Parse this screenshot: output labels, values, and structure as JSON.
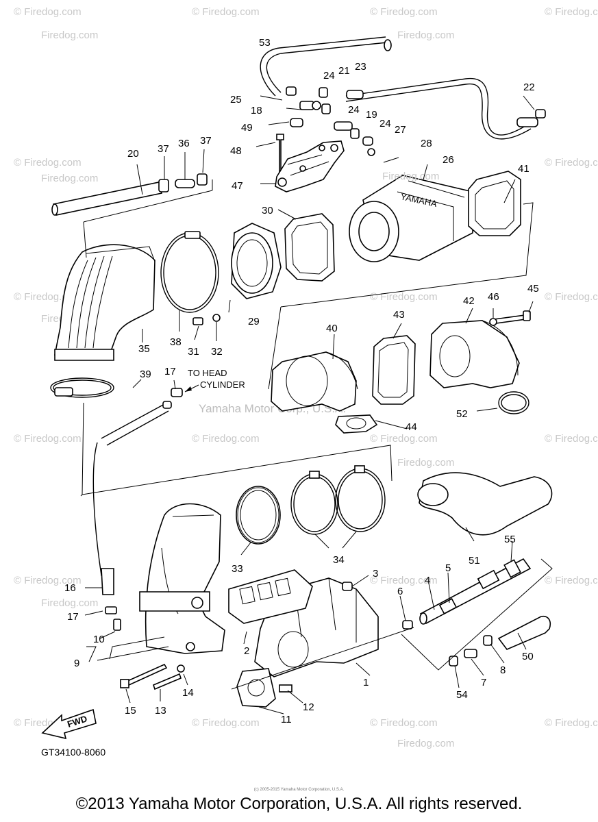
{
  "diagram": {
    "part_code": "GT34100-8060",
    "note_to_head": "TO HEAD",
    "note_cylinder": "CYLINDER",
    "watermark_center": "Yamaha Motor Corp., U.S.A.",
    "watermark_site": "Firedog.com",
    "watermark_tile": "© Firedog.com",
    "fwd_label": "FWD",
    "stamp_brand": "YAMAHA",
    "footer": "©2013 Yamaha Motor Corporation, U.S.A. All rights reserved.",
    "footer_small": "(c) 2005-2015 Yamaha Motor Corporation, U.S.A.",
    "callouts": [
      "53",
      "24",
      "21",
      "23",
      "25",
      "18",
      "24",
      "19",
      "22",
      "49",
      "24",
      "27",
      "28",
      "26",
      "48",
      "20",
      "37",
      "36",
      "37",
      "41",
      "47",
      "30",
      "42",
      "46",
      "45",
      "35",
      "38",
      "31",
      "32",
      "29",
      "40",
      "43",
      "17",
      "39",
      "44",
      "52",
      "16",
      "17",
      "10",
      "9",
      "33",
      "34",
      "51",
      "55",
      "3",
      "5",
      "4",
      "6",
      "2",
      "1",
      "50",
      "8",
      "7",
      "54",
      "15",
      "13",
      "14",
      "12",
      "11"
    ]
  }
}
